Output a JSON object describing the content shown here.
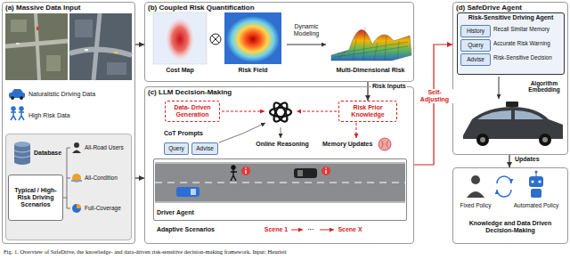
{
  "diagram": {
    "caption": "Fig. 1. Overview of SafeDrive, the knowledge- and data-driven risk-sensitive decision-making framework. Input: Heuristi",
    "nodes": [
      {
        "text": [
          "(a) Massive Data Input"
        ]
      },
      {
        "text": [
          "Database"
        ],
        "in": 0
      },
      {
        "text": [
          "Typical / High-Risk Driving Scenarios"
        ],
        "in": 1
      },
      {
        "text": [
          "(b) Coupled Risk Quantification"
        ]
      },
      {
        "text": [
          "(c) LLM Decision-Making"
        ]
      },
      {
        "text": [
          "Data- Driven Generation"
        ],
        "in": 4
      },
      {
        "text": [
          "Risk Prior Knowledge"
        ],
        "in": 4
      },
      {
        "text": [
          "Query"
        ],
        "in": 4
      },
      {
        "text": [
          "Advise"
        ],
        "in": 4
      },
      {
        "text": [
          "Driver Agent"
        ],
        "in": 4
      },
      {
        "text": [
          "(d) SafeDrive Agent"
        ]
      },
      {
        "text": [
          "Risk-Sensitive Driving Agent",
          "Recall Similar Memory",
          "Accurate Risk Warning",
          "Risk-Sensitive Decision"
        ],
        "in": 10
      },
      {
        "text": [
          "History"
        ],
        "in": 11
      },
      {
        "text": [
          "Query"
        ],
        "in": 11
      },
      {
        "text": [
          "Advise"
        ],
        "in": 11
      },
      {
        "text": [
          "Fixed Policy",
          "Automated Policy",
          "Knowledge and Data Driven Decision-Making"
        ]
      }
    ],
    "edges": [
      {
        "from": 0,
        "to": 3,
        "arrow": "to"
      },
      {
        "from": 0,
        "to": 4,
        "arrow": "to"
      },
      {
        "from": 3,
        "to": 6,
        "label": "Risk Inputs",
        "arrow": "to"
      },
      {
        "from": 4,
        "to": 10,
        "label": "Self-Adjusting",
        "arrow": "to"
      },
      {
        "from": 10,
        "to": 15,
        "label": "Updates",
        "arrow": "to"
      }
    ],
    "labels": [
      "Naturalistic Driving Data",
      "High Risk Data",
      "All-Road Users",
      "All-Condition",
      "Full-Coverage",
      "Cost Map",
      "Risk Field",
      "Dynamic Modeling",
      "Multi-Dimensional Risk",
      "CoT Prompts",
      "Online Reasoning",
      "Memory Updates",
      "Adaptive Scenarios",
      "Scene 1",
      "···",
      "Scene X",
      "Algorithm Embedding"
    ]
  }
}
